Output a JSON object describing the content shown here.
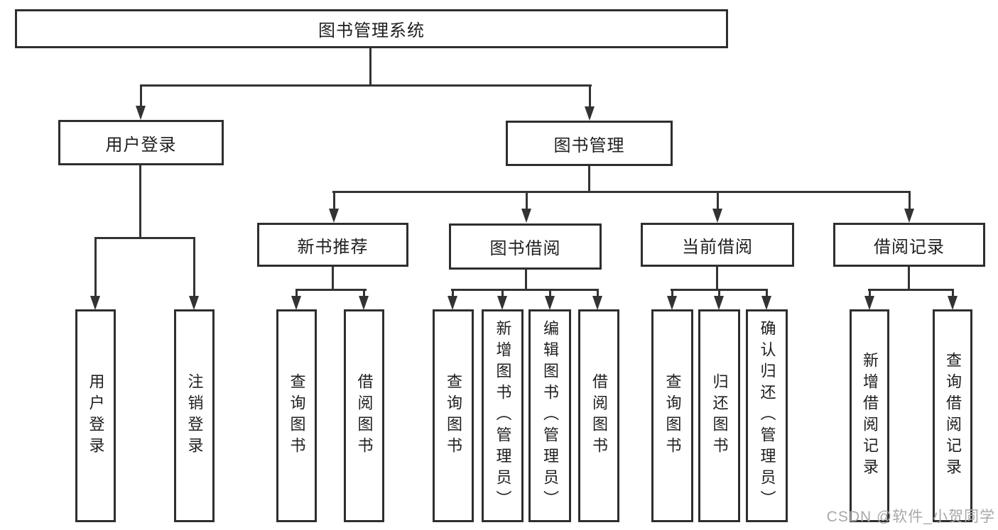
{
  "tree": {
    "root": {
      "label": "图书管理系统"
    },
    "branches": [
      {
        "label": "用户登录",
        "children": [
          {
            "label": "用户登录"
          },
          {
            "label": "注销登录"
          }
        ]
      },
      {
        "label": "图书管理",
        "children": [
          {
            "label": "新书推荐",
            "children": [
              {
                "label": "查询图书"
              },
              {
                "label": "借阅图书"
              }
            ]
          },
          {
            "label": "图书借阅",
            "children": [
              {
                "label": "查询图书"
              },
              {
                "label": "新增图书（管理员）"
              },
              {
                "label": "编辑图书（管理员）"
              },
              {
                "label": "借阅图书"
              }
            ]
          },
          {
            "label": "当前借阅",
            "children": [
              {
                "label": "查询图书"
              },
              {
                "label": "归还图书"
              },
              {
                "label": "确认归还（管理员）"
              }
            ]
          },
          {
            "label": "借阅记录",
            "children": [
              {
                "label": "新增借阅记录"
              },
              {
                "label": "查询借阅记录"
              }
            ]
          }
        ]
      }
    ]
  },
  "watermark": {
    "text": "CSDN @软件_小贺同学"
  },
  "colors": {
    "line": "#333333",
    "box_border": "#2e2e2e",
    "text": "#1f1f1f",
    "watermark": "#a8a8a8",
    "background": "#ffffff"
  }
}
